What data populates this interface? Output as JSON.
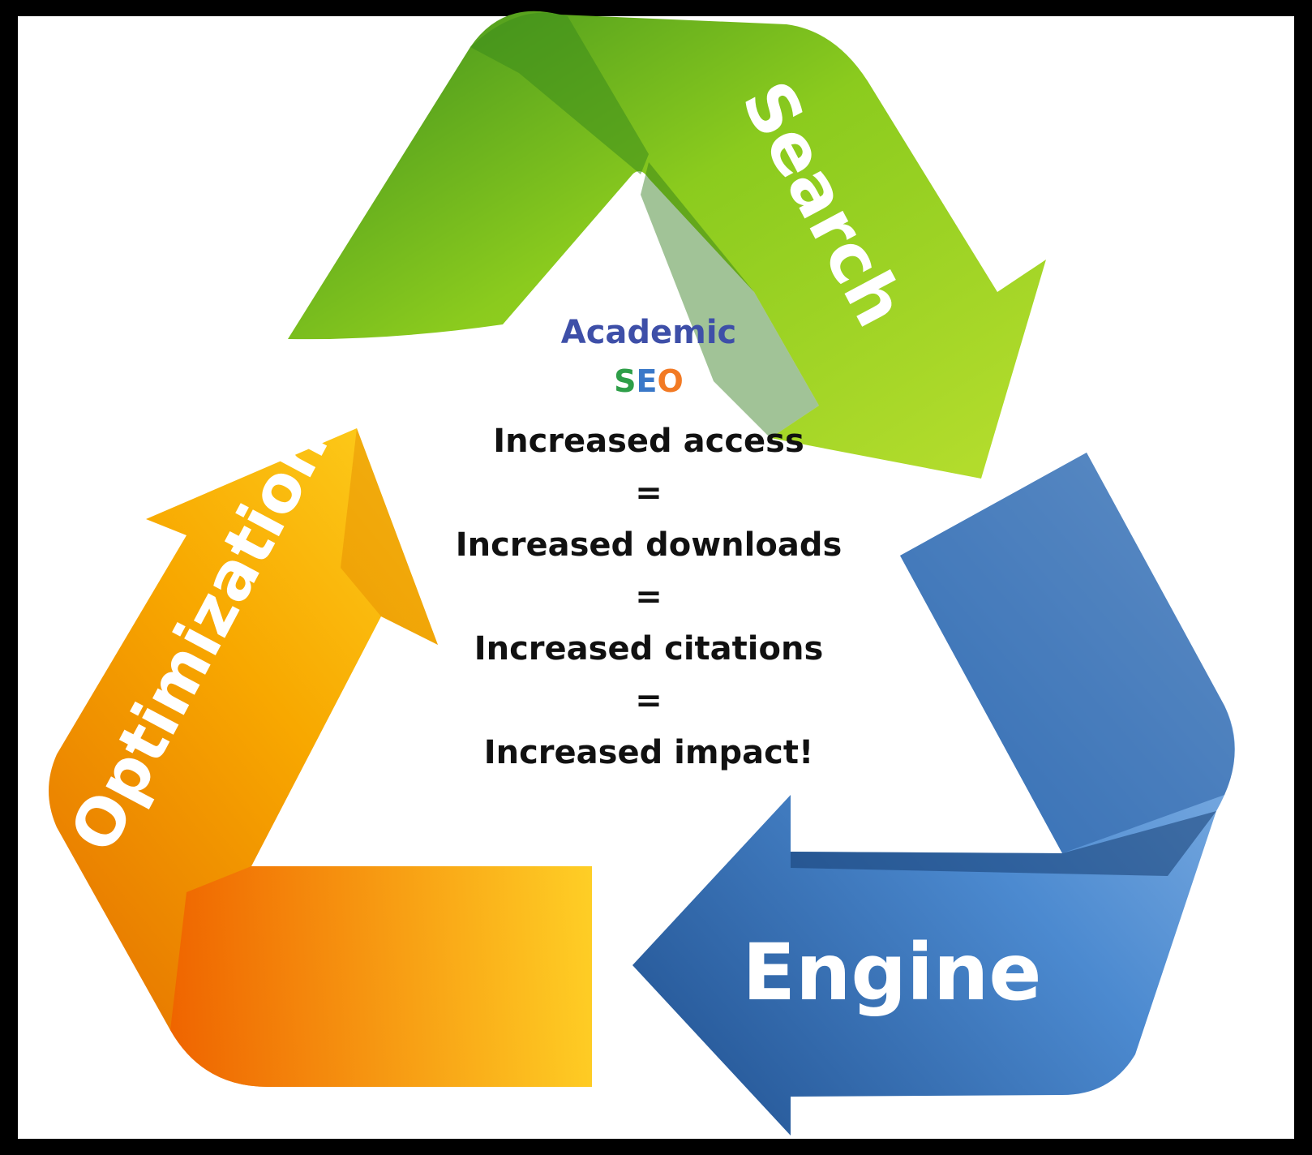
{
  "arrows": {
    "search": {
      "label": "Search",
      "color": "#7CC41E"
    },
    "engine": {
      "label": "Engine",
      "color": "#3D7FC4"
    },
    "optimization": {
      "label": "Optimization",
      "color": "#F5A700"
    }
  },
  "center": {
    "brand": {
      "academic": "Academic",
      "seo_s": "S",
      "seo_e": "E",
      "seo_o": "O",
      "colors": {
        "academic": "#3E4FA8",
        "s": "#2E9E48",
        "e": "#3A78C8",
        "o": "#F27A24"
      }
    },
    "statements": [
      "Increased access",
      "=",
      "Increased downloads",
      "=",
      "Increased citations",
      "=",
      "Increased impact!"
    ]
  }
}
